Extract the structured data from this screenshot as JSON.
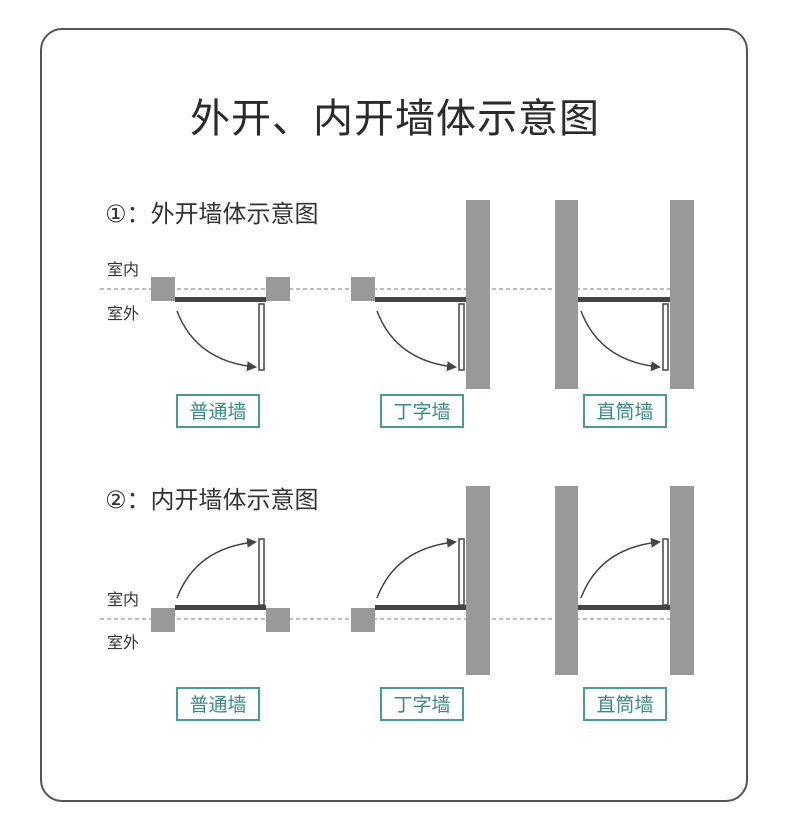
{
  "title": "外开、内开墙体示意图",
  "sections": [
    {
      "heading": "①：外开墙体示意图",
      "indoor_label": "室内",
      "outdoor_label": "室外",
      "wall_types": [
        "普通墙",
        "丁字墙",
        "直筒墙"
      ]
    },
    {
      "heading": "②：内开墙体示意图",
      "indoor_label": "室内",
      "outdoor_label": "室外",
      "wall_types": [
        "普通墙",
        "丁字墙",
        "直筒墙"
      ]
    }
  ],
  "colors": {
    "wall": "#999999",
    "door": "#444444",
    "label_border": "#4a9a96",
    "label_text": "#3a8a86",
    "dashed_line": "#aaaaaa",
    "frame": "#555555"
  }
}
